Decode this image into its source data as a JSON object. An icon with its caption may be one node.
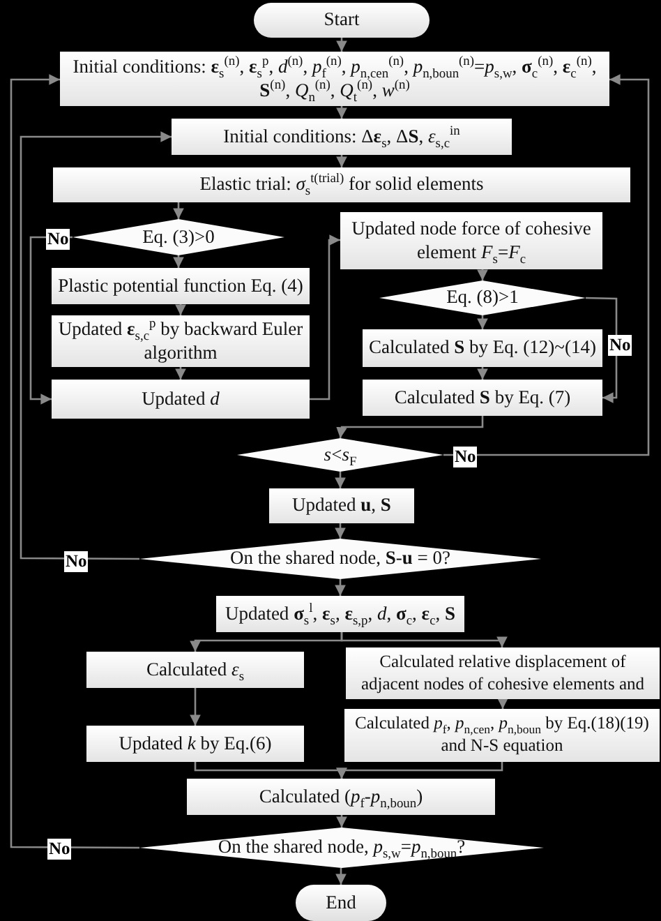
{
  "diagram": {
    "nodes": [
      {
        "text": [
          "Start"
        ]
      },
      {
        "text": [
          "Initial conditions: **ε**$_{s}$$^{(n)}$, **ε**$_{s}$$^{p}$, *d*$^{(n)}$, *p*$_{f}$$^{(n)}$, *p*$_{n,cen}$$^{(n)}$, *p*$_{n,boun}$$^{(n)}$=*p*$_{s,w}$, **σ**$_{c}$$^{(n)}$, **ε**$_{c}$$^{(n)}$, **S**$^{(n)}$, *Q*$_{n}$$^{(n)}$, *Q*$_{t}$$^{(n)}$, *w*$^{(n)}$"
        ]
      },
      {
        "text": [
          "Initial conditions: Δ**ε**$_{s}$, Δ**S**, *ε*$_{s,c}$$^{in}$"
        ]
      },
      {
        "text": [
          "Elastic trial: *σ*$_{s}$$^{t(trial)}$ for solid elements"
        ]
      },
      {
        "text": [
          "Eq. (3)>0"
        ]
      },
      {
        "text": [
          "Plastic potential function Eq. (4)"
        ]
      },
      {
        "text": [
          "Updated **ε**$_{s,c}$$^{p}$ by backward Euler algorithm"
        ]
      },
      {
        "text": [
          "Updated *d*"
        ]
      },
      {
        "text": [
          "Updated node force of cohesive element *F*$_{s}$=*F*$_{c}$"
        ]
      },
      {
        "text": [
          "Eq. (8)>1"
        ]
      },
      {
        "text": [
          "Calculated **S** by Eq. (12)~(14)"
        ]
      },
      {
        "text": [
          "Calculated **S** by Eq. (7)"
        ]
      },
      {
        "text": [
          "*s*<*s*$_{F}$"
        ]
      },
      {
        "text": [
          "Updated **u**, **S**"
        ]
      },
      {
        "text": [
          "On the shared node, **S**-**u** = 0?"
        ]
      },
      {
        "text": [
          "Updated **σ**$_{s}$$^{l}$, **ε**$_{s}$, **ε**$_{s,p}$, *d*, **σ**$_{c}$, **ε**$_{c}$, **S**"
        ]
      },
      {
        "text": [
          "Calculated *ε*$_{s}$"
        ]
      },
      {
        "text": [
          "Calculated relative displacement of adjacent nodes of cohesive elements and"
        ]
      },
      {
        "text": [
          "Updated *k* by Eq.(6)"
        ]
      },
      {
        "text": [
          "Calculated *p*$_{f}$, *p*$_{n,cen}$, *p*$_{n,boun}$ by Eq.(18)(19) and N-S equation"
        ]
      },
      {
        "text": [
          "Calculated (*p*$_{f}$-*p*$_{n,boun}$)"
        ]
      },
      {
        "text": [
          "On the shared node, *p*$_{s,w}$=*p*$_{n,boun}$?"
        ]
      },
      {
        "text": [
          "End"
        ]
      }
    ],
    "edges": [
      {
        "from": 0,
        "to": 1,
        "arrow": "to"
      },
      {
        "from": 1,
        "to": 2,
        "arrow": "to"
      },
      {
        "from": 2,
        "to": 3,
        "arrow": "to"
      },
      {
        "from": 3,
        "to": 4,
        "arrow": "to"
      },
      {
        "from": 4,
        "to": 5,
        "arrow": "to"
      },
      {
        "from": 4,
        "to": 7,
        "arrow": "to",
        "label": "No"
      },
      {
        "from": 5,
        "to": 6,
        "arrow": "to"
      },
      {
        "from": 6,
        "to": 7,
        "arrow": "to"
      },
      {
        "from": 7,
        "to": 8,
        "arrow": "to"
      },
      {
        "from": 8,
        "to": 9,
        "arrow": "to"
      },
      {
        "from": 9,
        "to": 10,
        "arrow": "to"
      },
      {
        "from": 9,
        "to": 11,
        "arrow": "to",
        "label": "No"
      },
      {
        "from": 10,
        "to": 11,
        "arrow": "to"
      },
      {
        "from": 11,
        "to": 12,
        "arrow": "to"
      },
      {
        "from": 12,
        "to": 1,
        "arrow": "to",
        "label": "No"
      },
      {
        "from": 12,
        "to": 13,
        "arrow": "to"
      },
      {
        "from": 13,
        "to": 14,
        "arrow": "to"
      },
      {
        "from": 14,
        "to": 2,
        "arrow": "to",
        "label": "No"
      },
      {
        "from": 14,
        "to": 15,
        "arrow": "to"
      },
      {
        "from": 15,
        "to": 16,
        "arrow": "to"
      },
      {
        "from": 15,
        "to": 17,
        "arrow": "to"
      },
      {
        "from": 16,
        "to": 18,
        "arrow": "to"
      },
      {
        "from": 17,
        "to": 19,
        "arrow": "to"
      },
      {
        "from": 18,
        "to": 20,
        "arrow": "to"
      },
      {
        "from": 19,
        "to": 20,
        "arrow": "to"
      },
      {
        "from": 20,
        "to": 21,
        "arrow": "to"
      },
      {
        "from": 21,
        "to": 22,
        "arrow": "to"
      },
      {
        "from": 21,
        "to": 1,
        "arrow": "to",
        "label": "No"
      }
    ]
  }
}
